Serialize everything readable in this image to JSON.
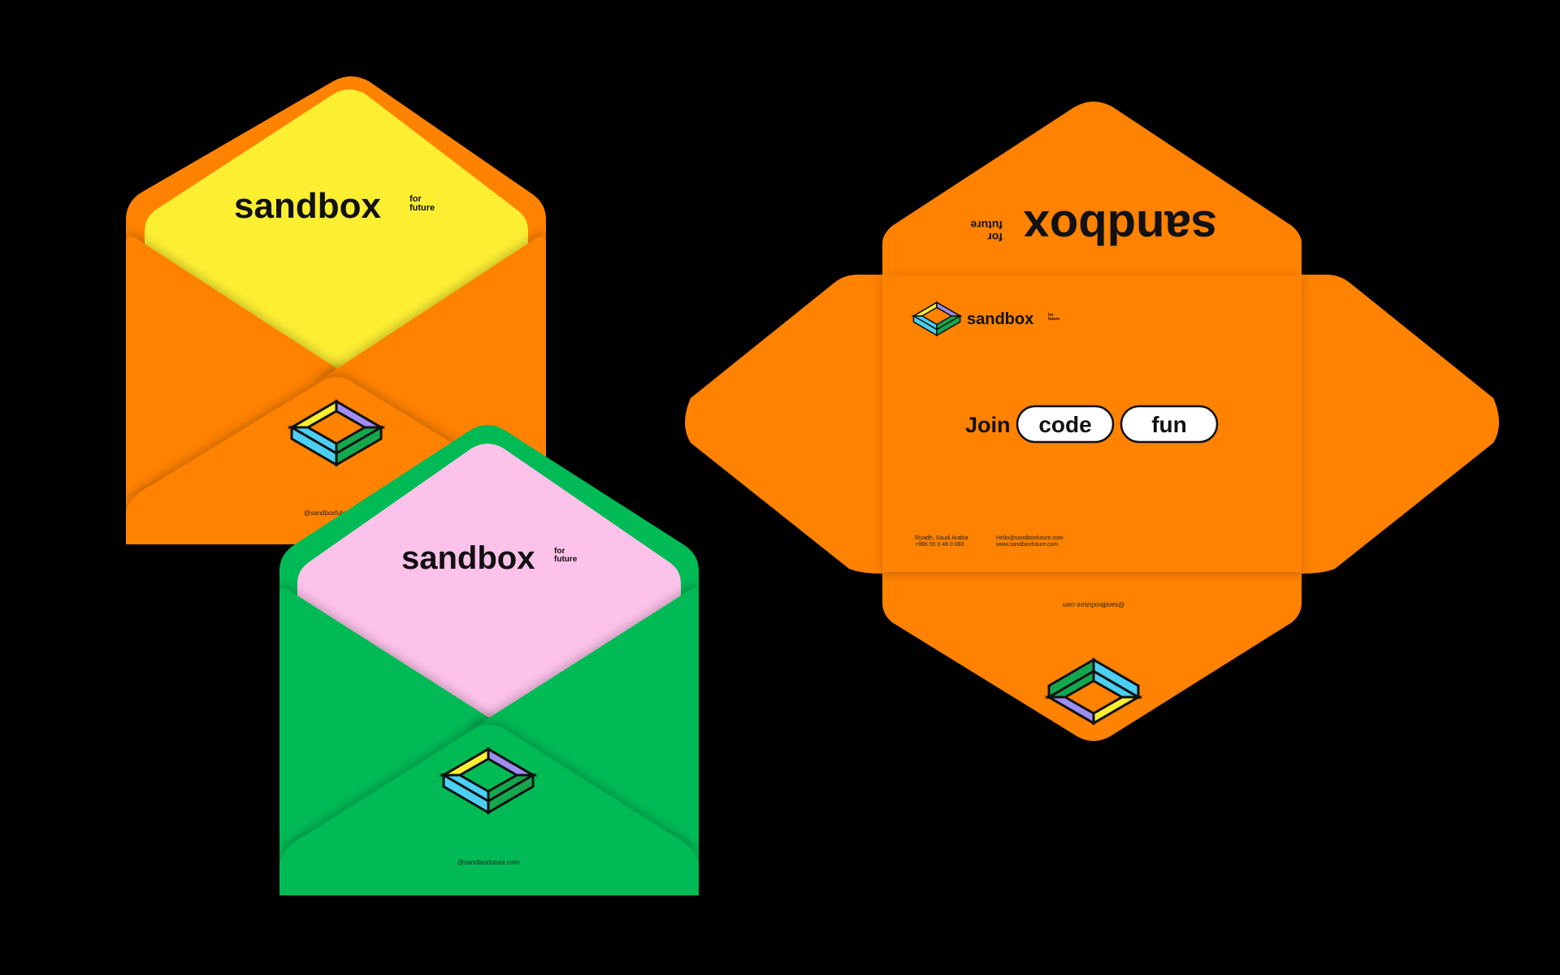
{
  "brand": {
    "wordmark": "sandbox",
    "tagline_line1": "for",
    "tagline_line2": "future"
  },
  "colors": {
    "background": "#000000",
    "orange": "#FF8200",
    "yellow": "#FCEF32",
    "green": "#00BA55",
    "pink": "#FDC2EA",
    "logo_yellow": "#FCEF32",
    "logo_purple": "#9E8DF2",
    "logo_cyan": "#4BD0F4",
    "logo_green": "#14A84E"
  },
  "envelope_orange": {
    "handle": "@sandboxfuture.com"
  },
  "envelope_green": {
    "handle": "@sandboxfuture.com"
  },
  "flat_envelope": {
    "join_label": "Join",
    "pill_1": "code",
    "pill_2": "fun",
    "address_line1": "Riyadh, Saudi Arabia",
    "address_line2": "+966 55 0 48 0 083",
    "contact_line1": "Hello@sandboxfuture.com",
    "contact_line2": "www.sandboxfuture.com",
    "bottom_handle": "@sandboxfuture.com"
  },
  "icons": [
    "sandbox-cube-logo-icon"
  ]
}
